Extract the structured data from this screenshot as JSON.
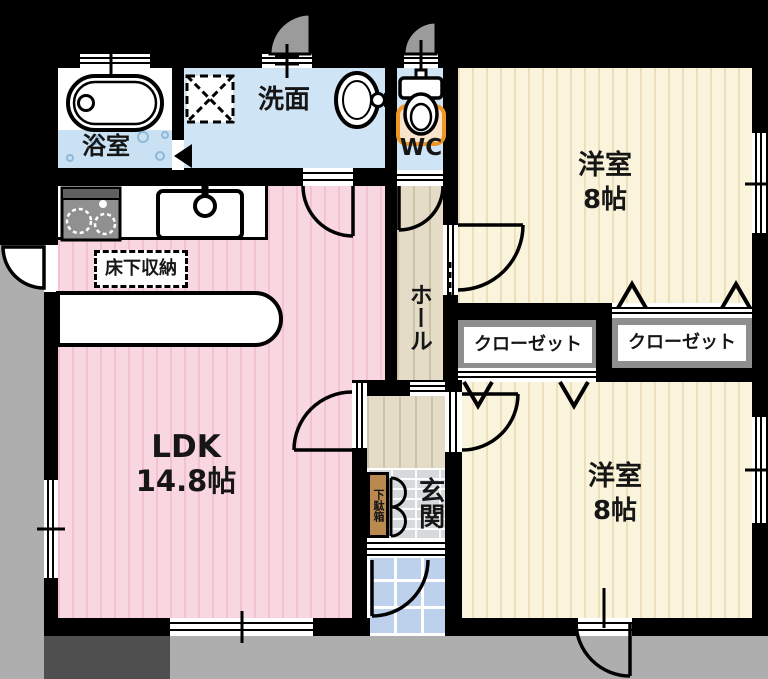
{
  "rooms": {
    "ldk": {
      "name": "LDK",
      "size": "14.8帖"
    },
    "bedroom_top": {
      "name": "洋室",
      "size": "8帖"
    },
    "bedroom_bottom": {
      "name": "洋室",
      "size": "8帖"
    },
    "bathroom": {
      "name": "浴室"
    },
    "washroom": {
      "name": "洗面"
    },
    "wc": {
      "name": "WC"
    },
    "hall": {
      "name": "ホール"
    },
    "entrance": {
      "name": "玄関"
    },
    "closet_left": {
      "name": "クローゼット"
    },
    "closet_right": {
      "name": "クローゼット"
    },
    "shoe_cabinet": {
      "name": "下駄箱"
    },
    "underfloor_storage": {
      "name": "床下収納"
    }
  },
  "colors": {
    "wall": "#000000",
    "ldk_floor": "#f9d7e1",
    "bedroom_floor": "#fbf4dd",
    "hall_floor": "#e4dcc6",
    "wet_area_floor": "#cfe4f4",
    "porch_tile": "#bdd1ec",
    "entrance_tile": "#d6dadd",
    "shoe_cabinet": "#b9894f",
    "toilet_mat_accent": "#ef9726",
    "closet_interior": "#8e8e8e",
    "walkway": "#aeaeae",
    "walkway_dark": "#4f4f4f"
  }
}
